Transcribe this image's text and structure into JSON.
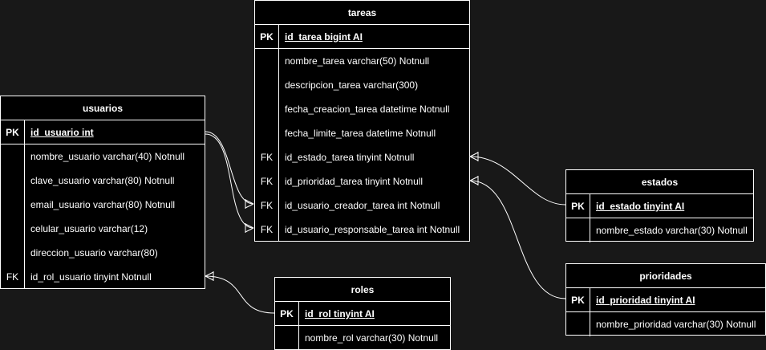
{
  "tables": {
    "tareas": {
      "title": "tareas",
      "pk": {
        "key": "PK",
        "field": "id_tarea bigint AI"
      },
      "rows": [
        {
          "key": "",
          "field": "nombre_tarea varchar(50) Notnull"
        },
        {
          "key": "",
          "field": "descripcion_tarea varchar(300)"
        },
        {
          "key": "",
          "field": "fecha_creacion_tarea datetime Notnull"
        },
        {
          "key": "",
          "field": "fecha_limite_tarea datetime Notnull"
        },
        {
          "key": "FK",
          "field": "id_estado_tarea tinyint Notnull"
        },
        {
          "key": "FK",
          "field": "id_prioridad_tarea tinyint Notnull"
        },
        {
          "key": "FK",
          "field": "id_usuario_creador_tarea int Notnull"
        },
        {
          "key": "FK",
          "field": "id_usuario_responsable_tarea int Notnull"
        }
      ]
    },
    "usuarios": {
      "title": "usuarios",
      "pk": {
        "key": "PK",
        "field": "id_usuario int"
      },
      "rows": [
        {
          "key": "",
          "field": "nombre_usuario varchar(40) Notnull"
        },
        {
          "key": "",
          "field": "clave_usuario varchar(80) Notnull"
        },
        {
          "key": "",
          "field": "email_usuario varchar(80) Notnull"
        },
        {
          "key": "",
          "field": "celular_usuario varchar(12)"
        },
        {
          "key": "",
          "field": "direccion_usuario varchar(80)"
        },
        {
          "key": "FK",
          "field": "id_rol_usuario tinyint Notnull"
        }
      ]
    },
    "estados": {
      "title": "estados",
      "pk": {
        "key": "PK",
        "field": "id_estado tinyint AI"
      },
      "rows": [
        {
          "key": "",
          "field": "nombre_estado varchar(30) Notnull"
        }
      ]
    },
    "roles": {
      "title": "roles",
      "pk": {
        "key": "PK",
        "field": "id_rol tinyint AI"
      },
      "rows": [
        {
          "key": "",
          "field": "nombre_rol varchar(30) Notnull"
        }
      ]
    },
    "prioridades": {
      "title": "prioridades",
      "pk": {
        "key": "PK",
        "field": "id_prioridad tinyint AI"
      },
      "rows": [
        {
          "key": "",
          "field": "nombre_prioridad varchar(30) Notnull"
        }
      ]
    }
  },
  "colors": {
    "background": "#181818",
    "entity_fill": "#000000",
    "stroke": "#ffffff"
  }
}
